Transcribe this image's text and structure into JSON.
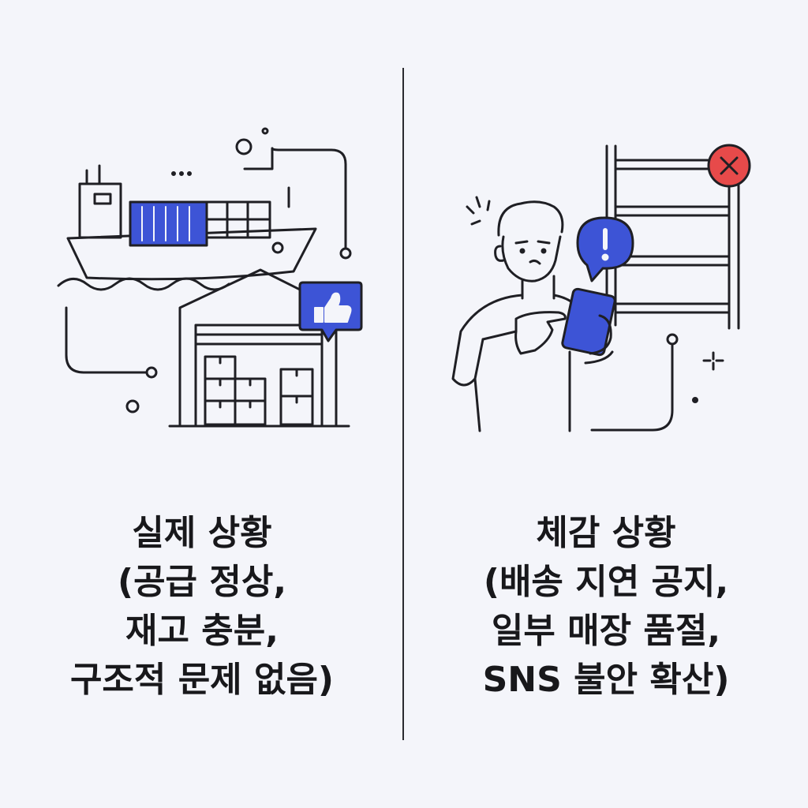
{
  "left": {
    "caption": [
      "실제 상황",
      "(공급 정상,",
      "재고 충분,",
      "구조적 문제 없음)"
    ],
    "icons": [
      "cargo-ship-icon",
      "container-icon",
      "warehouse-icon",
      "boxes-icon",
      "thumbs-up-icon"
    ]
  },
  "right": {
    "caption": [
      "체감 상황",
      "(배송 지연 공지,",
      "일부 매장 품절,",
      "SNS 불안 확산)"
    ],
    "icons": [
      "worried-person-icon",
      "smartphone-icon",
      "exclamation-alert-icon",
      "empty-shelf-icon",
      "error-x-icon"
    ]
  },
  "colors": {
    "accent": "#3d54d6",
    "alert_red": "#e74a4a",
    "ink": "#1f1f24",
    "background": "#f4f5fa"
  }
}
